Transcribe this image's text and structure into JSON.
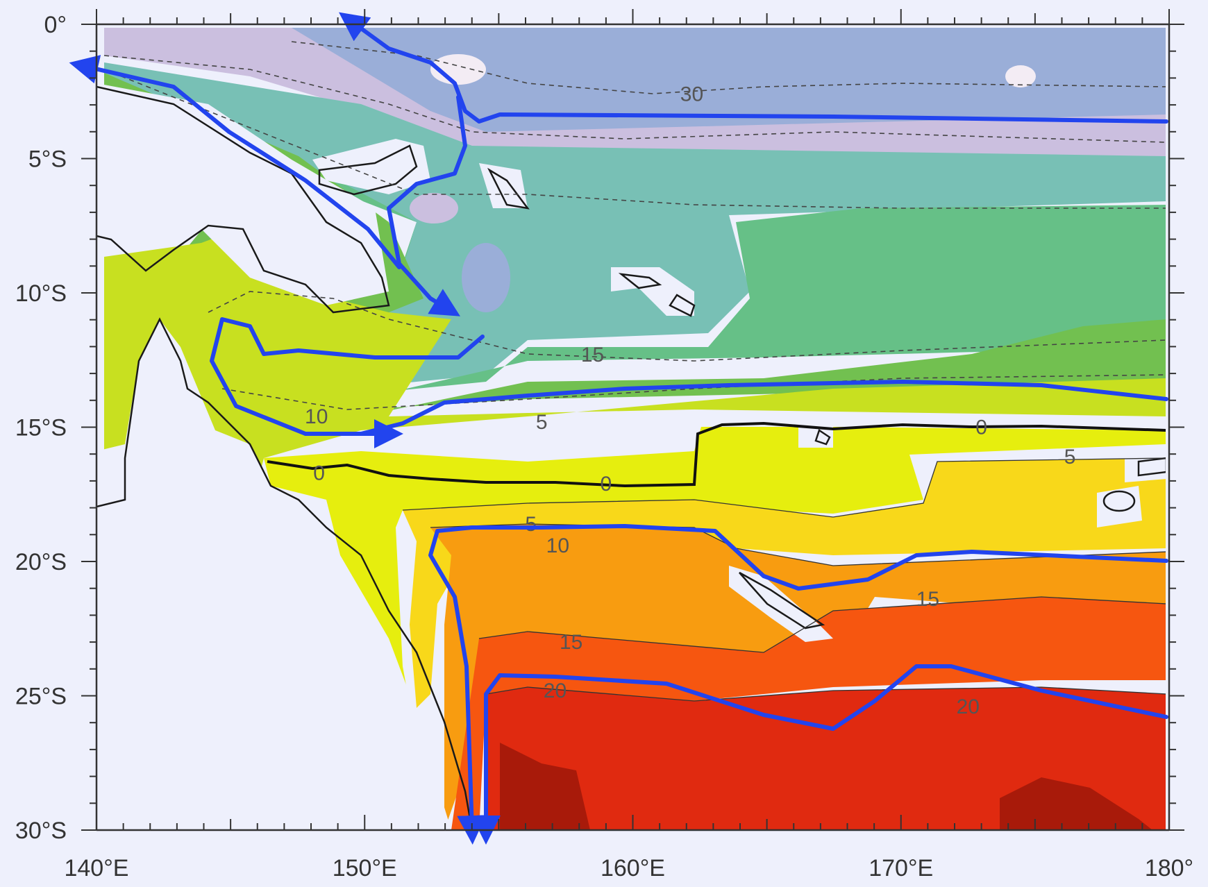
{
  "map": {
    "x_axis": {
      "range": [
        140,
        180
      ],
      "unit": "°E",
      "ticks": [
        {
          "value": 140,
          "label": "140°E"
        },
        {
          "value": 150,
          "label": "150°E"
        },
        {
          "value": 160,
          "label": "160°E"
        },
        {
          "value": 170,
          "label": "170°E"
        },
        {
          "value": 180,
          "label": "180°"
        }
      ]
    },
    "y_axis": {
      "range": [
        0,
        -30
      ],
      "unit": "°S",
      "ticks": [
        {
          "value": 0,
          "label": "0°"
        },
        {
          "value": -5,
          "label": "5°S"
        },
        {
          "value": -10,
          "label": "10°S"
        },
        {
          "value": -15,
          "label": "15°S"
        },
        {
          "value": -20,
          "label": "20°S"
        },
        {
          "value": -25,
          "label": "25°S"
        },
        {
          "value": -30,
          "label": "30°S"
        }
      ]
    },
    "contour_labels": [
      {
        "text": "30",
        "lon": 162.2,
        "lat": -2.6
      },
      {
        "text": "15",
        "lon": 158.5,
        "lat": -12.3
      },
      {
        "text": "10",
        "lon": 148.2,
        "lat": -14.6
      },
      {
        "text": "5",
        "lon": 156.6,
        "lat": -14.8
      },
      {
        "text": "0",
        "lon": 148.3,
        "lat": -16.7
      },
      {
        "text": "0",
        "lon": 159.0,
        "lat": -17.1
      },
      {
        "text": "0",
        "lon": 173.0,
        "lat": -15.0
      },
      {
        "text": "5",
        "lon": 176.3,
        "lat": -16.1
      },
      {
        "text": "5",
        "lon": 156.2,
        "lat": -18.6
      },
      {
        "text": "10",
        "lon": 157.2,
        "lat": -19.4
      },
      {
        "text": "15",
        "lon": 171.0,
        "lat": -21.4
      },
      {
        "text": "15",
        "lon": 157.7,
        "lat": -23.0
      },
      {
        "text": "20",
        "lon": 157.1,
        "lat": -24.8
      },
      {
        "text": "20",
        "lon": 172.5,
        "lat": -25.4
      }
    ],
    "colors": {
      "background": "#eef0fc",
      "current_arrows": "#2244ee",
      "land": "#eef0fc",
      "coastline": "#1a1a1a",
      "levels": {
        "gt_30": "#f3ecf4",
        "25_30": "#cbbfdf",
        "20_25": "#9aaed8",
        "15_20": "#78c0b5",
        "10_15": "#66c087",
        "5_10": "#72c050",
        "0_5": "#c8e020",
        "m5_0": "#e6ee0e",
        "m10_m5": "#f8d81a",
        "m15_m10": "#f89c10",
        "m20_m15": "#f65610",
        "m25_m20": "#e02a10",
        "lt_m25": "#a81a0a"
      }
    }
  }
}
